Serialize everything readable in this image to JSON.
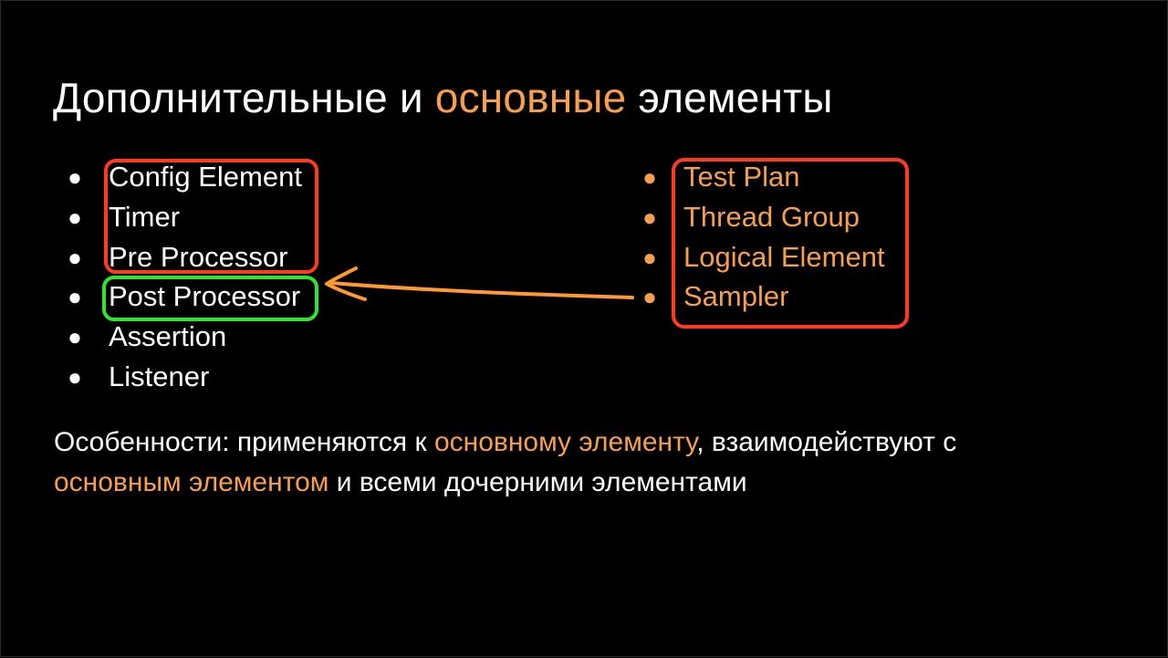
{
  "slide": {
    "title": {
      "part1": "Дополнительные и ",
      "part2": "основные",
      "part3": " элементы"
    },
    "left_list": [
      "Config Element",
      "Timer",
      "Pre Processor",
      "Post Processor",
      "Assertion",
      "Listener"
    ],
    "right_list": [
      "Test Plan",
      "Thread Group",
      "Logical Element",
      "Sampler"
    ],
    "bullet_glyph": "●",
    "body": {
      "line1_a": "Особенности: применяются к ",
      "line1_b": "основному элементу",
      "line1_c": ", взаимодействуют с",
      "line2_a": "основным элементом",
      "line2_b": " и всеми дочерними элементами"
    }
  },
  "colors": {
    "background": "#000000",
    "text": "#ffffff",
    "accent": "#f6a04d",
    "red_box": "#ff3b1f",
    "green_box": "#2ee62e",
    "arrow": "#ff9a2e"
  }
}
